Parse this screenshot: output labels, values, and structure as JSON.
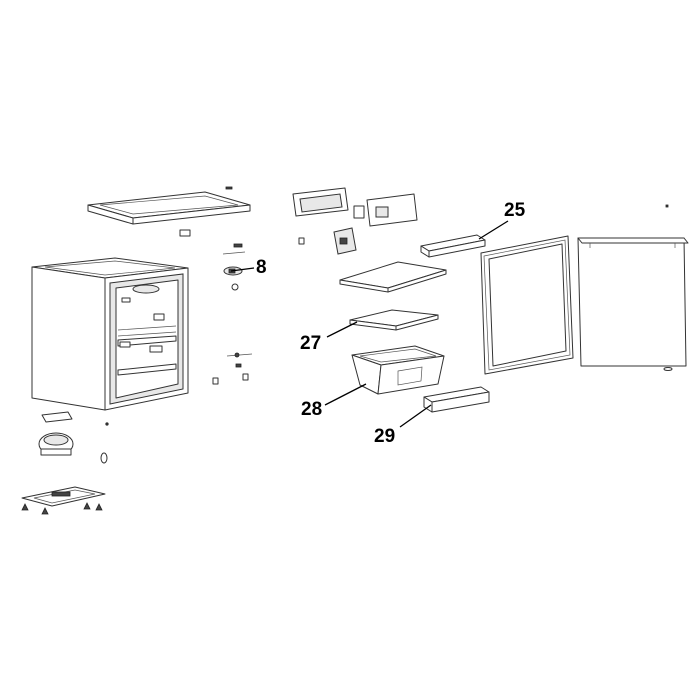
{
  "diagram": {
    "callouts": [
      {
        "id": "c8",
        "label": "8"
      },
      {
        "id": "c25",
        "label": "25"
      },
      {
        "id": "c27",
        "label": "27"
      },
      {
        "id": "c28",
        "label": "28"
      },
      {
        "id": "c29",
        "label": "29"
      }
    ]
  }
}
